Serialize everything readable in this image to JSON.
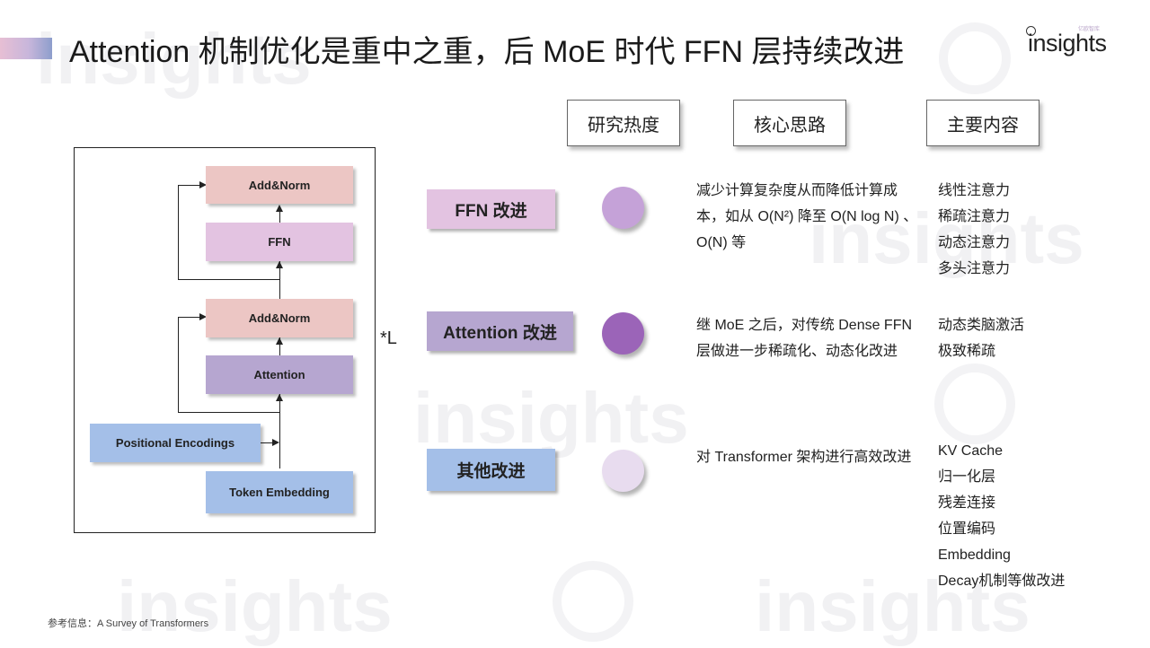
{
  "title": "Attention 机制优化是重中之重，后 MoE 时代 FFN 层持续改进",
  "logo": {
    "text": "insights",
    "small_text": "亿欧智库"
  },
  "watermark_text": "insights",
  "headers": [
    "研究热度",
    "核心思路",
    "主要内容"
  ],
  "diagram": {
    "blocks": {
      "addnorm_top": "Add&Norm",
      "ffn": "FFN",
      "addnorm_bottom": "Add&Norm",
      "attention": "Attention",
      "positional": "Positional Encodings",
      "token": "Token Embedding"
    },
    "repeat_label": "*L"
  },
  "rows": [
    {
      "name": "FFN 改进",
      "color": "#e3c3e1",
      "dot_color": "#c5a2d8",
      "desc": "减少计算复杂度从而降低计算成本，如从 O(N²) 降至 O(N log N) 、O(N) 等",
      "items": [
        "线性注意力",
        "稀疏注意力",
        "动态注意力",
        "多头注意力"
      ]
    },
    {
      "name": "Attention 改进",
      "color": "#b6a6d0",
      "dot_color": "#9b64b8",
      "desc": "继 MoE 之后，对传统 Dense FFN 层做进一步稀疏化、动态化改进",
      "items": [
        "动态类脑激活",
        "极致稀疏"
      ]
    },
    {
      "name": "其他改进",
      "color": "#a4bfe8",
      "dot_color": "#e8dcef",
      "desc": "对 Transformer 架构进行高效改进",
      "items": [
        "KV Cache",
        "归一化层",
        "残差连接",
        "位置编码",
        "Embedding",
        "Decay机制等做改进"
      ]
    }
  ],
  "footnote": "参考信息：A Survey of Transformers",
  "colors": {
    "addnorm": "#ecc6c4",
    "ffn_block": "#e3c3e1",
    "attention_block": "#b6a6d0",
    "embedding_block": "#a4bfe8"
  }
}
